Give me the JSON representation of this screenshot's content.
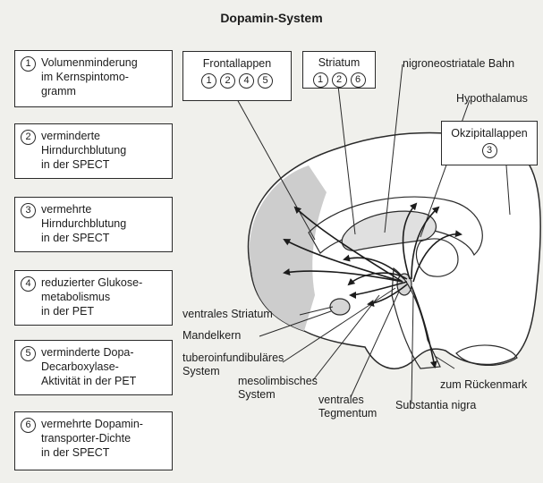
{
  "title": "Dopamin-System",
  "legend": [
    {
      "num": "1",
      "text": "Volumenminderung\nim Kernspintomo-\ngramm"
    },
    {
      "num": "2",
      "text": "verminderte\nHirndurchblutung\nin der SPECT"
    },
    {
      "num": "3",
      "text": "vermehrte\nHirndurchblutung\nin der SPECT"
    },
    {
      "num": "4",
      "text": "reduzierter Glukose-\nmetabolismus\nin der PET"
    },
    {
      "num": "5",
      "text": "verminderte Dopa-\nDecarboxylase-\nAktivität in der PET"
    },
    {
      "num": "6",
      "text": "vermehrte Dopamin-\ntransporter-Dichte\nin der SPECT"
    }
  ],
  "regions": {
    "frontallappen": {
      "label": "Frontallappen",
      "nums": [
        "1",
        "2",
        "4",
        "5"
      ]
    },
    "striatum": {
      "label": "Striatum",
      "nums": [
        "1",
        "2",
        "6"
      ]
    },
    "okzipitallappen": {
      "label": "Okzipitallappen",
      "nums": [
        "3"
      ]
    }
  },
  "labels": {
    "nigroneostriatale": "nigroneostriatale Bahn",
    "hypothalamus": "Hypothalamus",
    "ventrales_striatum": "ventrales Striatum",
    "mandelkern": "Mandelkern",
    "tuberoinfundibulaeres": "tuberoinfundibuläres\nSystem",
    "mesolimbisches": "mesolimbisches\nSystem",
    "ventrales_tegmentum": "ventrales\nTegmentum",
    "substantia_nigra": "Substantia nigra",
    "rueckenmark": "zum Rückenmark"
  },
  "colors": {
    "background": "#f0f0ec",
    "brain_fill": "#ffffff",
    "frontal_shade": "#cdcdcd",
    "line": "#2a2a2a"
  }
}
